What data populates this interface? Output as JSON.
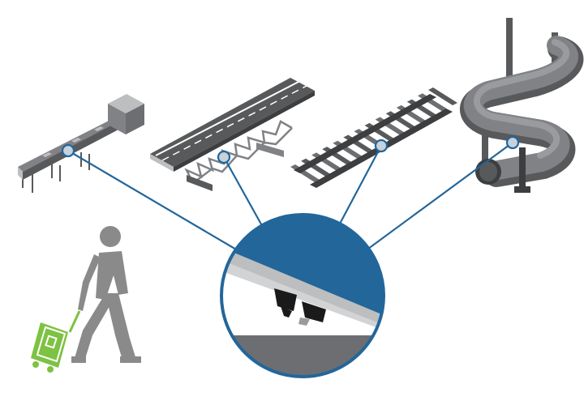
{
  "scene": {
    "items": [
      {
        "id": "conveyor",
        "icon": "conveyor-belt-icon"
      },
      {
        "id": "bridge",
        "icon": "highway-bridge-icon"
      },
      {
        "id": "railway",
        "icon": "railway-track-icon"
      },
      {
        "id": "pipeline",
        "icon": "pipeline-icon"
      },
      {
        "id": "traveler",
        "icon": "person-with-luggage-icon"
      }
    ],
    "detail": {
      "icon": "magnified-sensor-detail-icon"
    }
  },
  "colors": {
    "accent": "#23669a",
    "node_fill": "#c6d2dc",
    "structure_dark": "#58595b",
    "structure_mid": "#808285",
    "structure_light": "#bcbec0",
    "luggage": "#7dc242",
    "person": "#8a8a8a",
    "background": "#ffffff"
  }
}
